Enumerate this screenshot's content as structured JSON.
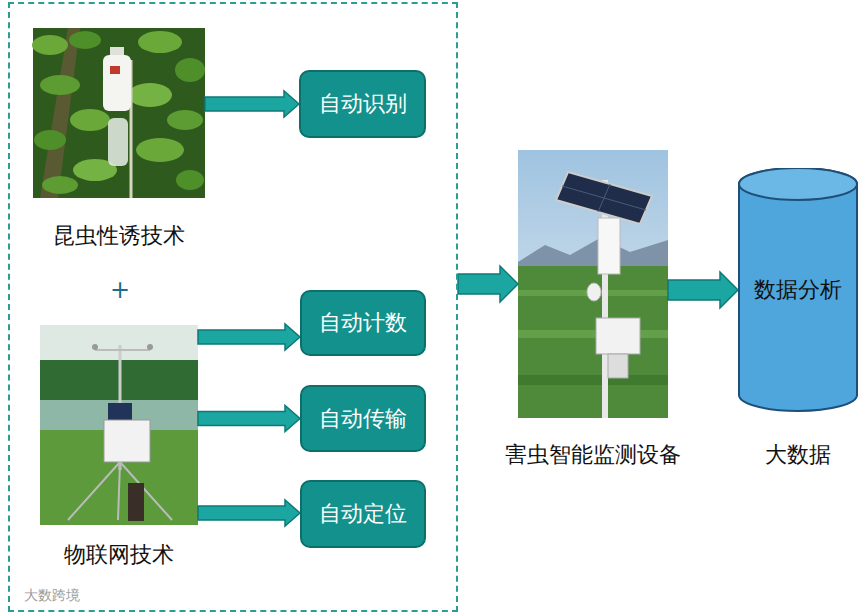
{
  "diagram": {
    "nodes": [
      {
        "text": [
          "+"
        ]
      },
      {
        "text": [
          "昆虫性诱技术"
        ],
        "in": 0
      },
      {
        "text": [
          "自动识别"
        ],
        "in": 0
      },
      {
        "text": [
          "物联网技术"
        ],
        "in": 0
      },
      {
        "text": [
          "自动计数"
        ],
        "in": 0
      },
      {
        "text": [
          "自动传输"
        ],
        "in": 0
      },
      {
        "text": [
          "自动定位"
        ],
        "in": 0
      },
      {
        "text": [
          "害虫智能监测设备"
        ]
      },
      {
        "text": [
          "数据分析",
          "大数据"
        ]
      }
    ],
    "edges": [
      {
        "from": 1,
        "to": 2,
        "arrow": "to"
      },
      {
        "from": 3,
        "to": 4,
        "arrow": "to"
      },
      {
        "from": 3,
        "to": 5,
        "arrow": "to"
      },
      {
        "from": 3,
        "to": 6,
        "arrow": "to"
      },
      {
        "from": 0,
        "to": 7,
        "arrow": "to"
      },
      {
        "from": 7,
        "to": 8,
        "arrow": "to"
      }
    ],
    "labels": [
      "大数跨境"
    ]
  }
}
